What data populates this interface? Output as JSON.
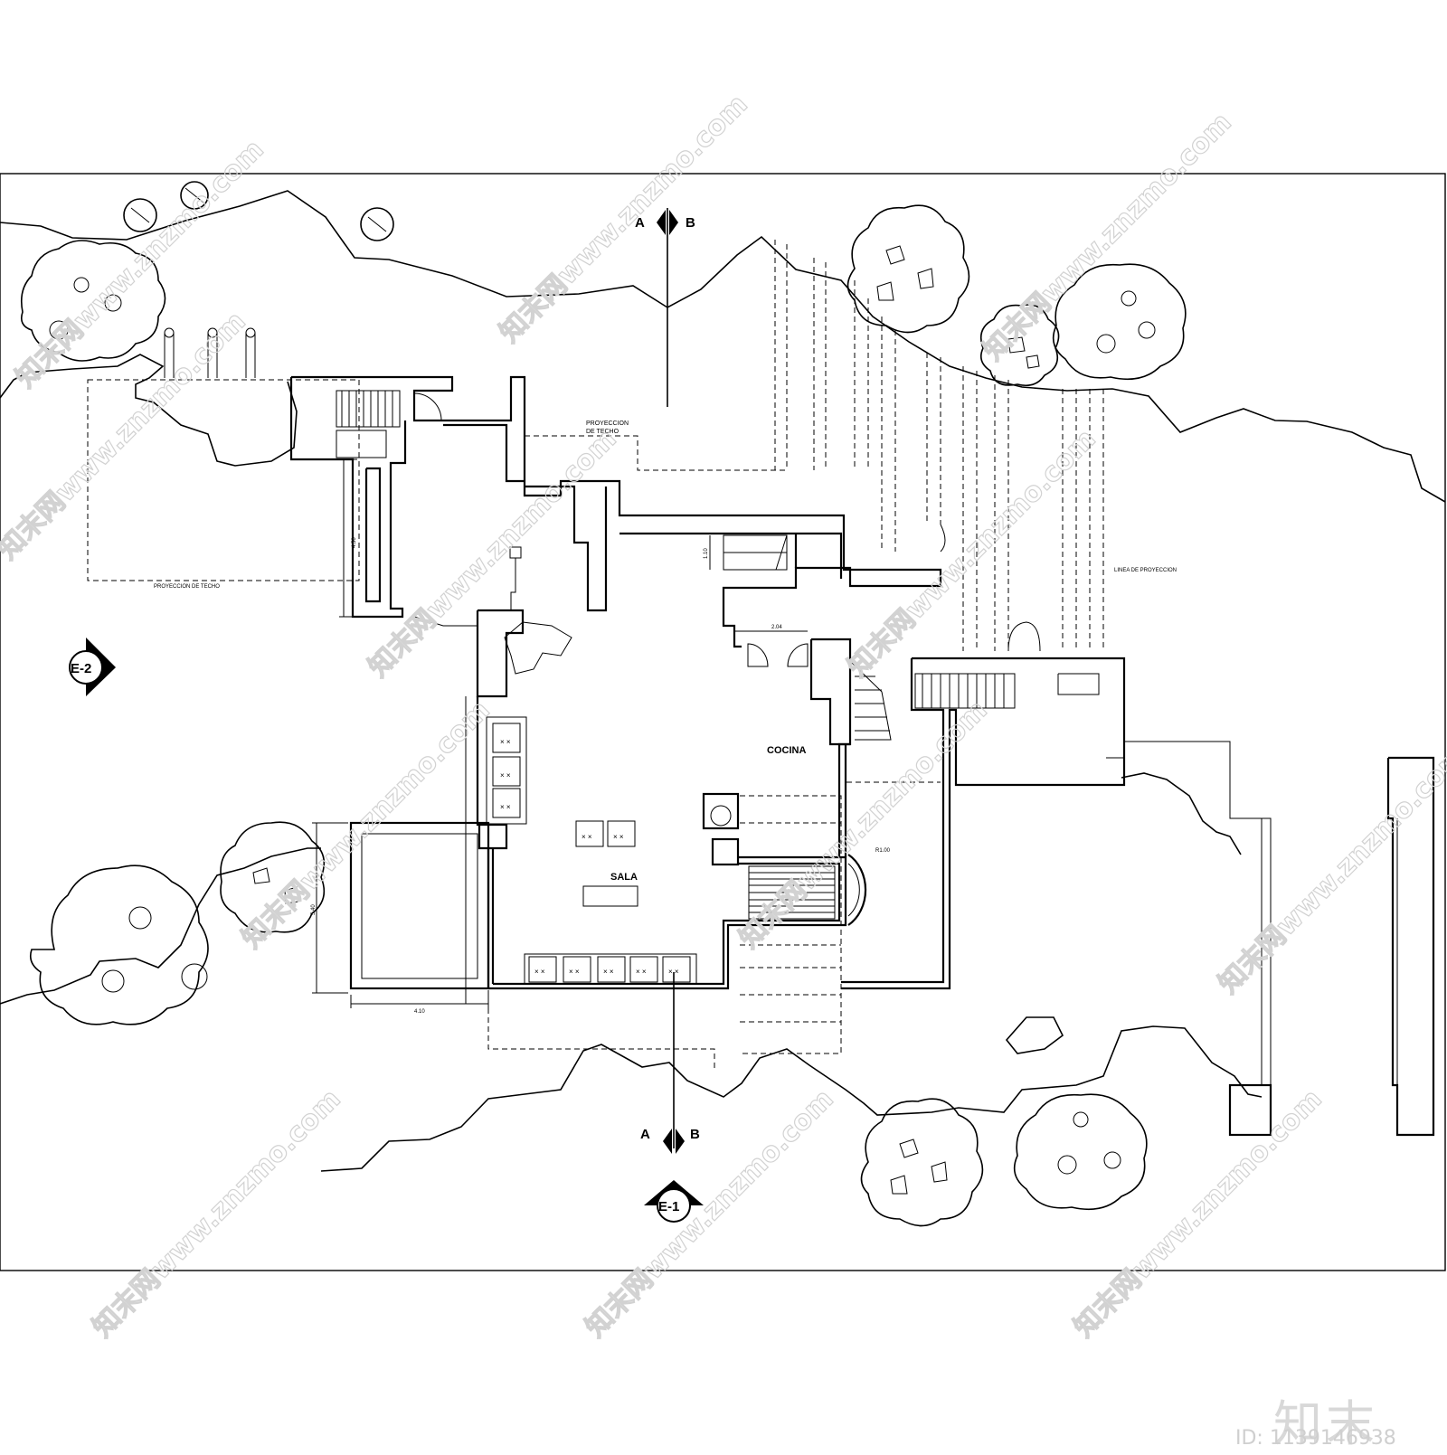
{
  "drawing": {
    "rooms": {
      "sala": "SALA",
      "cocina": "COCINA"
    },
    "notes": {
      "proyeccion_techo_top_1": "PROYECCION",
      "proyeccion_techo_top_2": "DE TECHO",
      "proyeccion_techo_left": "PROYECCION DE TECHO",
      "linea_proyeccion": "LINEA DE PROYECCION"
    },
    "dimensions": {
      "d1": "4.50",
      "d2": "1.10",
      "d3": "2.04",
      "d4": "5.40",
      "d5": "4.10",
      "d6": "R1.00"
    },
    "section_markers": {
      "top_a": "A",
      "top_b": "B",
      "bottom_a": "A",
      "bottom_b": "B"
    },
    "elevation_markers": {
      "e1": "E-1",
      "e2": "E-2"
    }
  },
  "watermark": {
    "site": "知末网www.znzmo.com",
    "brand": "知末",
    "image_id": "ID: 1139146938"
  }
}
